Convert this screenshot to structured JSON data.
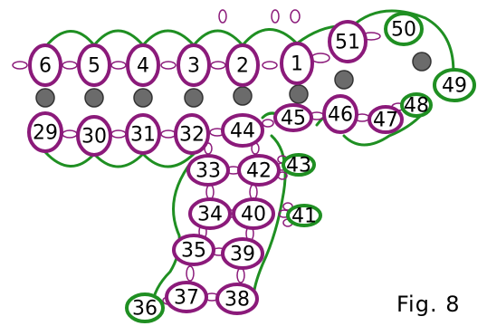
{
  "colors": {
    "ring_primary": "#8b1a7a",
    "ring_secondary": "#1f8f22",
    "chain": "#1f8f22",
    "bead": "#6b6b6b",
    "connector": "#8b1a7a"
  },
  "caption": "Fig. 8",
  "rings": [
    {
      "label": "1",
      "color": "ring_primary"
    },
    {
      "label": "2",
      "color": "ring_primary"
    },
    {
      "label": "3",
      "color": "ring_primary"
    },
    {
      "label": "4",
      "color": "ring_primary"
    },
    {
      "label": "5",
      "color": "ring_primary"
    },
    {
      "label": "6",
      "color": "ring_primary"
    },
    {
      "label": "29",
      "color": "ring_primary"
    },
    {
      "label": "30",
      "color": "ring_primary"
    },
    {
      "label": "31",
      "color": "ring_primary"
    },
    {
      "label": "32",
      "color": "ring_primary"
    },
    {
      "label": "44",
      "color": "ring_primary"
    },
    {
      "label": "45",
      "color": "ring_primary"
    },
    {
      "label": "46",
      "color": "ring_primary"
    },
    {
      "label": "47",
      "color": "ring_primary"
    },
    {
      "label": "48",
      "color": "ring_secondary"
    },
    {
      "label": "49",
      "color": "ring_secondary"
    },
    {
      "label": "50",
      "color": "ring_secondary"
    },
    {
      "label": "51",
      "color": "ring_primary"
    },
    {
      "label": "33",
      "color": "ring_primary"
    },
    {
      "label": "42",
      "color": "ring_primary"
    },
    {
      "label": "43",
      "color": "ring_secondary"
    },
    {
      "label": "34",
      "color": "ring_primary"
    },
    {
      "label": "40",
      "color": "ring_primary"
    },
    {
      "label": "41",
      "color": "ring_secondary"
    },
    {
      "label": "35",
      "color": "ring_primary"
    },
    {
      "label": "39",
      "color": "ring_primary"
    },
    {
      "label": "37",
      "color": "ring_primary"
    },
    {
      "label": "38",
      "color": "ring_primary"
    },
    {
      "label": "36",
      "color": "ring_secondary"
    }
  ]
}
